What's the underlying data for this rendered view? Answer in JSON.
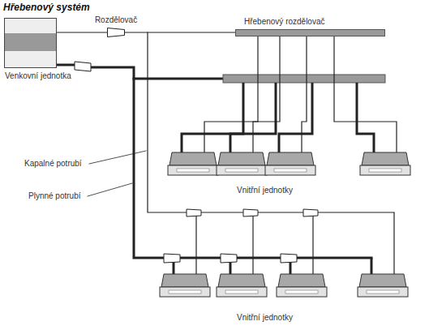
{
  "diagram": {
    "title": "Hřebenový systém",
    "nodes": [
      {
        "text": [
          "Venkovní jednotka"
        ]
      },
      {
        "text": [
          "Rozdělovač"
        ]
      },
      {
        "text": [
          "Hřebenový rozdělovač"
        ]
      }
    ],
    "edges": [
      {
        "from": 0,
        "to": 1,
        "arrow": "none"
      },
      {
        "from": 1,
        "to": 2,
        "arrow": "none"
      }
    ],
    "labels": [
      "Kapalné potrubí",
      "Plynné potrubí",
      "Vnitřní jednotky",
      "Vnitřní jednotky"
    ]
  }
}
